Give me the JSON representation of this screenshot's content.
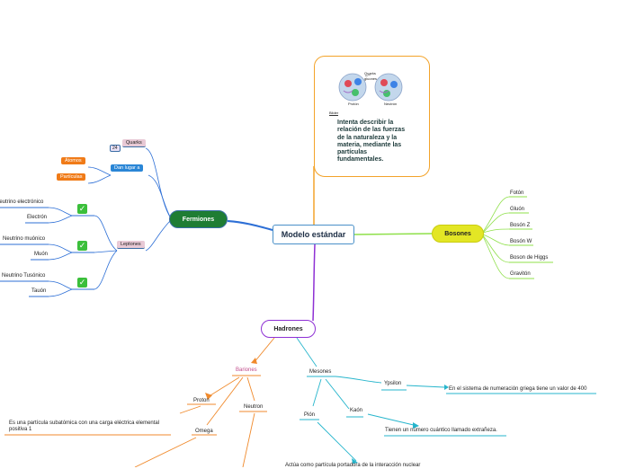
{
  "central": "Modelo estándar",
  "callout": {
    "image_labels": {
      "quarks": "Quarks",
      "gluons": "gluones",
      "proton": "Protón",
      "neutron": "Neutrón"
    },
    "author_label": "Bilder",
    "text": "Intenta describir la relación de las fuerzas de la naturaleza y la materia, mediante las partículas fundamentales."
  },
  "fermiones": {
    "label": "Fermiones",
    "quarks": "Quarks",
    "quarks_badge": "24",
    "dan_lugar": "Dan lugar a",
    "atomos": "Átomos",
    "particulas": "Partículas",
    "leptones": "Leptones",
    "leptons": [
      "Neutrino electrónico",
      "Electrón",
      "Neutrino muónico",
      "Muón",
      "Neutrino Tusónico",
      "Tauón"
    ]
  },
  "bosones": {
    "label": "Bosones",
    "items": [
      "Fotón",
      "Gluón",
      "Bosón Z",
      "Bosón W",
      "Boson de Higgs",
      "Gravitón"
    ]
  },
  "hadrones": {
    "label": "Hadrones",
    "bariones": "Bariones",
    "proton": "Proton",
    "neutron": "Neutron",
    "omega": "Omega",
    "proton_desc": "Es una partícula subatómica con una carga eléctrica elemental positiva 1",
    "mesones": "Mesones",
    "ypsilon": "Ypsilon",
    "ypsilon_desc": "En el sistema de numeración griega tiene un valor de 400",
    "kaon": "Kaón",
    "kaon_desc": "Tienen un número cuántico llamado extrañeza.",
    "pion": "Pión",
    "pion_desc": "Actúa como partícula portadora de la interacción nuclear"
  },
  "colors": {
    "fermiones_branch": "#2d6fd6",
    "bosones_branch": "#8fe04a",
    "hadrones_branch": "#8e30d4",
    "callout_branch": "#f3a32a",
    "bariones_branch": "#f08a2c",
    "mesones_branch": "#26b5cc"
  }
}
